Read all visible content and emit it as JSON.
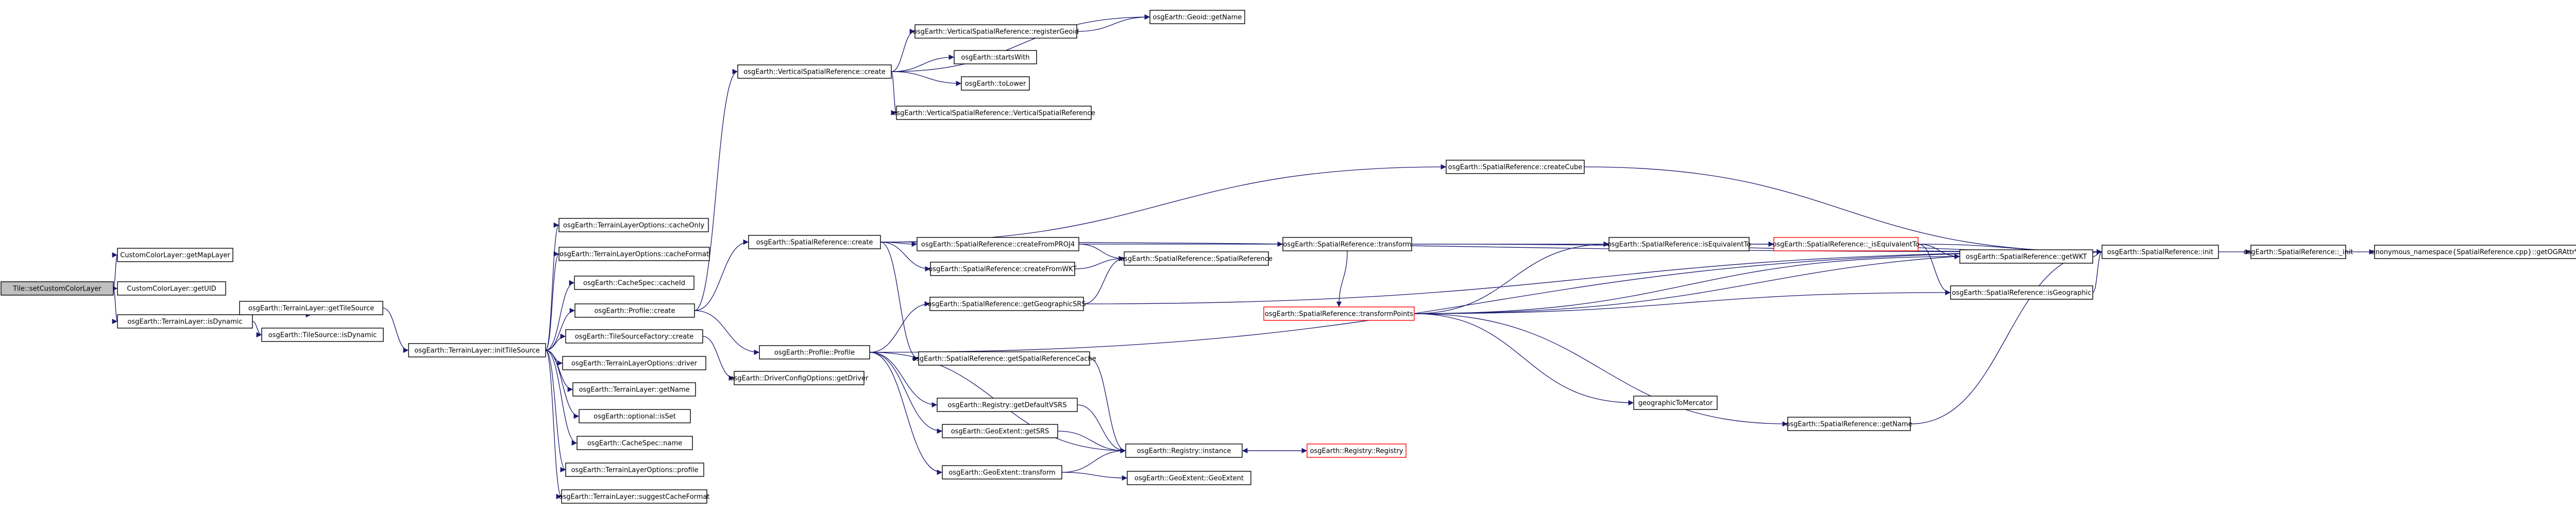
{
  "colors": {
    "root_fill": "#bfbfbf",
    "node_fill": "#ffffff",
    "node_border": "#000000",
    "truncated_border": "#ff0000",
    "edge": "#191970"
  },
  "nodes": [
    {
      "id": "n0",
      "label": "Tile::setCustomColorLayer",
      "root": true
    },
    {
      "id": "n1",
      "label": "CustomColorLayer::getMapLayer"
    },
    {
      "id": "n2",
      "label": "CustomColorLayer::getUID"
    },
    {
      "id": "n3",
      "label": "osgEarth::TerrainLayer::isDynamic"
    },
    {
      "id": "n4",
      "label": "osgEarth::TerrainLayer::getTileSource"
    },
    {
      "id": "n5",
      "label": "osgEarth::TileSource::isDynamic"
    },
    {
      "id": "n6",
      "label": "osgEarth::TerrainLayer::initTileSource"
    },
    {
      "id": "n7",
      "label": "osgEarth::TerrainLayerOptions::cacheOnly"
    },
    {
      "id": "n8",
      "label": "osgEarth::TerrainLayerOptions::cacheFormat"
    },
    {
      "id": "n9",
      "label": "osgEarth::CacheSpec::cacheId"
    },
    {
      "id": "n10",
      "label": "osgEarth::Profile::create"
    },
    {
      "id": "n11",
      "label": "osgEarth::TileSourceFactory::create"
    },
    {
      "id": "n12",
      "label": "osgEarth::TerrainLayerOptions::driver"
    },
    {
      "id": "n13",
      "label": "osgEarth::TerrainLayer::getName"
    },
    {
      "id": "n14",
      "label": "osgEarth::optional::isSet"
    },
    {
      "id": "n15",
      "label": "osgEarth::CacheSpec::name"
    },
    {
      "id": "n16",
      "label": "osgEarth::TerrainLayerOptions::profile"
    },
    {
      "id": "n17",
      "label": "osgEarth::TerrainLayer::suggestCacheFormat"
    },
    {
      "id": "n18",
      "label": "osgEarth::VerticalSpatialReference::create"
    },
    {
      "id": "n19",
      "label": "osgEarth::SpatialReference::create"
    },
    {
      "id": "n20",
      "label": "osgEarth::Profile::Profile"
    },
    {
      "id": "n21",
      "label": "osgEarth::DriverConfigOptions::getDriver"
    },
    {
      "id": "n22",
      "label": "osgEarth::VerticalSpatialReference::registerGeoid"
    },
    {
      "id": "n23",
      "label": "osgEarth::startsWith"
    },
    {
      "id": "n24",
      "label": "osgEarth::toLower"
    },
    {
      "id": "n25",
      "label": "osgEarth::VerticalSpatialReference::VerticalSpatialReference"
    },
    {
      "id": "n26",
      "label": "osgEarth::Geoid::getName"
    },
    {
      "id": "n27",
      "label": "osgEarth::SpatialReference::createCube"
    },
    {
      "id": "n28",
      "label": "osgEarth::SpatialReference::createFromPROJ4"
    },
    {
      "id": "n29",
      "label": "osgEarth::SpatialReference::createFromWKT"
    },
    {
      "id": "n30",
      "label": "osgEarth::SpatialReference::getGeographicSRS"
    },
    {
      "id": "n31",
      "label": "osgEarth::SpatialReference::getSpatialReferenceCache"
    },
    {
      "id": "n32",
      "label": "osgEarth::Registry::getDefaultVSRS"
    },
    {
      "id": "n33",
      "label": "osgEarth::GeoExtent::getSRS"
    },
    {
      "id": "n34",
      "label": "osgEarth::GeoExtent::transform"
    },
    {
      "id": "n35",
      "label": "osgEarth::SpatialReference::SpatialReference"
    },
    {
      "id": "n36",
      "label": "osgEarth::SpatialReference::transform"
    },
    {
      "id": "n37",
      "label": "osgEarth::Registry::instance"
    },
    {
      "id": "n38",
      "label": "osgEarth::GeoExtent::GeoExtent"
    },
    {
      "id": "n39",
      "label": "osgEarth::Registry::Registry",
      "truncated": true
    },
    {
      "id": "n40",
      "label": "osgEarth::SpatialReference::transformPoints",
      "truncated": true
    },
    {
      "id": "n41",
      "label": "osgEarth::SpatialReference::isEquivalentTo"
    },
    {
      "id": "n42",
      "label": "osgEarth::SpatialReference::_isEquivalentTo",
      "truncated": true
    },
    {
      "id": "n43",
      "label": "osgEarth::SpatialReference::getName"
    },
    {
      "id": "n44",
      "label": "geographicToMercator"
    },
    {
      "id": "n45",
      "label": "osgEarth::SpatialReference::getWKT"
    },
    {
      "id": "n46",
      "label": "osgEarth::SpatialReference::isGeographic"
    },
    {
      "id": "n47",
      "label": "osgEarth::SpatialReference::init"
    },
    {
      "id": "n48",
      "label": "osgEarth::SpatialReference::_init"
    },
    {
      "id": "n49",
      "label": "anonymous_namespace{SpatialReference.cpp}::getOGRAttrValue"
    }
  ],
  "edges": [
    [
      "n0",
      "n1"
    ],
    [
      "n0",
      "n2"
    ],
    [
      "n0",
      "n3"
    ],
    [
      "n3",
      "n4"
    ],
    [
      "n3",
      "n5"
    ],
    [
      "n4",
      "n6"
    ],
    [
      "n6",
      "n7"
    ],
    [
      "n6",
      "n8"
    ],
    [
      "n6",
      "n9"
    ],
    [
      "n6",
      "n10"
    ],
    [
      "n6",
      "n11"
    ],
    [
      "n6",
      "n12"
    ],
    [
      "n6",
      "n13"
    ],
    [
      "n6",
      "n14"
    ],
    [
      "n6",
      "n15"
    ],
    [
      "n6",
      "n16"
    ],
    [
      "n6",
      "n17"
    ],
    [
      "n10",
      "n18"
    ],
    [
      "n10",
      "n19"
    ],
    [
      "n10",
      "n20"
    ],
    [
      "n11",
      "n21"
    ],
    [
      "n18",
      "n22"
    ],
    [
      "n18",
      "n23"
    ],
    [
      "n18",
      "n24"
    ],
    [
      "n18",
      "n25"
    ],
    [
      "n22",
      "n26"
    ],
    [
      "n18",
      "n26"
    ],
    [
      "n19",
      "n47"
    ],
    [
      "n19",
      "n27"
    ],
    [
      "n19",
      "n28"
    ],
    [
      "n19",
      "n29"
    ],
    [
      "n19",
      "n31"
    ],
    [
      "n20",
      "n30"
    ],
    [
      "n20",
      "n32"
    ],
    [
      "n20",
      "n33"
    ],
    [
      "n20",
      "n34"
    ],
    [
      "n20",
      "n37"
    ],
    [
      "n20",
      "n47"
    ],
    [
      "n27",
      "n47"
    ],
    [
      "n28",
      "n36"
    ],
    [
      "n28",
      "n35"
    ],
    [
      "n29",
      "n35"
    ],
    [
      "n30",
      "n35"
    ],
    [
      "n30",
      "n47"
    ],
    [
      "n31",
      "n37"
    ],
    [
      "n32",
      "n37"
    ],
    [
      "n33",
      "n37"
    ],
    [
      "n34",
      "n38"
    ],
    [
      "n34",
      "n37"
    ],
    [
      "n36",
      "n47"
    ],
    [
      "n36",
      "n41"
    ],
    [
      "n36",
      "n40"
    ],
    [
      "n37",
      "n39"
    ],
    [
      "n39",
      "n37"
    ],
    [
      "n40",
      "n41"
    ],
    [
      "n40",
      "n45"
    ],
    [
      "n40",
      "n46"
    ],
    [
      "n40",
      "n43"
    ],
    [
      "n40",
      "n44"
    ],
    [
      "n40",
      "n47"
    ],
    [
      "n41",
      "n42"
    ],
    [
      "n41",
      "n47"
    ],
    [
      "n42",
      "n45"
    ],
    [
      "n42",
      "n46"
    ],
    [
      "n42",
      "n47"
    ],
    [
      "n43",
      "n47"
    ],
    [
      "n45",
      "n47"
    ],
    [
      "n46",
      "n47"
    ],
    [
      "n47",
      "n48"
    ],
    [
      "n48",
      "n49"
    ]
  ]
}
